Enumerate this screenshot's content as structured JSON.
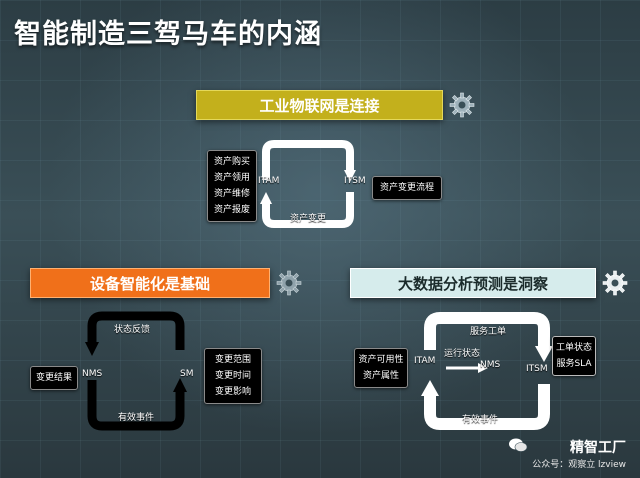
{
  "title": "智能制造三驾马车的内涵",
  "iot": {
    "banner": "工业物联网是连接",
    "assets": [
      "资产购买",
      "资产领用",
      "资产维修",
      "资产报废"
    ],
    "itam": "ITAM",
    "itsm": "ITSM",
    "change": "资产变更",
    "flow": "资产变更流程"
  },
  "device": {
    "banner": "设备智能化是基础",
    "feedback": "状态反馈",
    "result": "变更结果",
    "nms": "NMS",
    "sm": "SM",
    "changes": [
      "变更范围",
      "变更时间",
      "变更影响"
    ],
    "events": "有效事件"
  },
  "data": {
    "banner": "大数据分析预测是洞察",
    "ticket": "服务工单",
    "attrs": [
      "资产可用性",
      "资产属性"
    ],
    "itam": "ITAM",
    "running": "运行状态",
    "nms": "NMS",
    "itsm": "ITSM",
    "status": [
      "工单状态",
      "服务SLA"
    ],
    "events": "有效事件"
  },
  "watermark": {
    "name": "精智工厂",
    "sub": "公众号：观察立 lzview"
  },
  "colors": {
    "iot_banner": "#c3b01c",
    "device_banner": "#f0701a",
    "data_banner": "#d6ecec"
  }
}
